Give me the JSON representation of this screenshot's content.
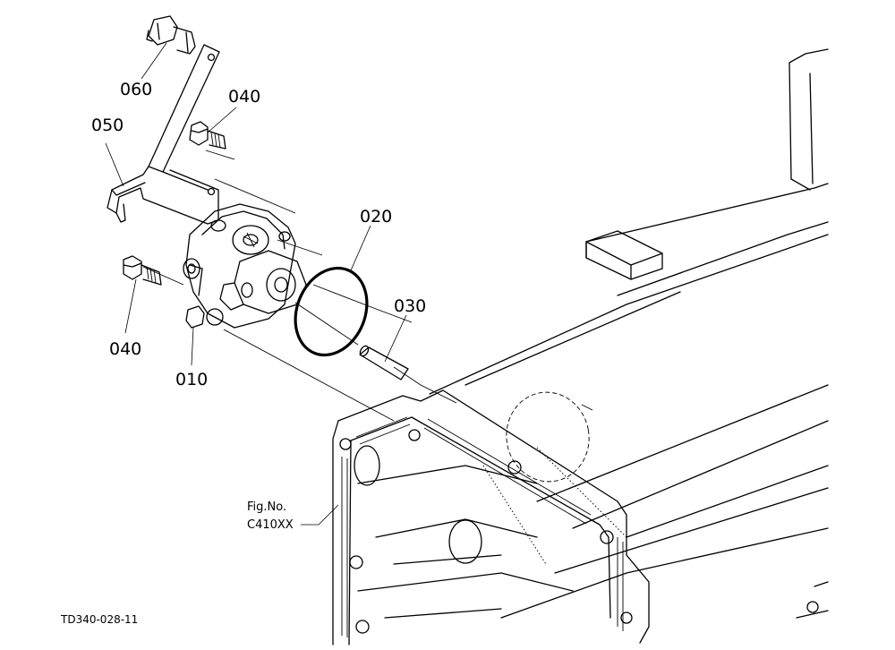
{
  "callouts": {
    "c060": "060",
    "c040_top": "040",
    "c050": "050",
    "c020": "020",
    "c030": "030",
    "c040_bottom": "040",
    "c010": "010"
  },
  "figure": {
    "line1": "Fig.No.",
    "line2": "C410XX"
  },
  "drawing_code": "TD340-028-11"
}
